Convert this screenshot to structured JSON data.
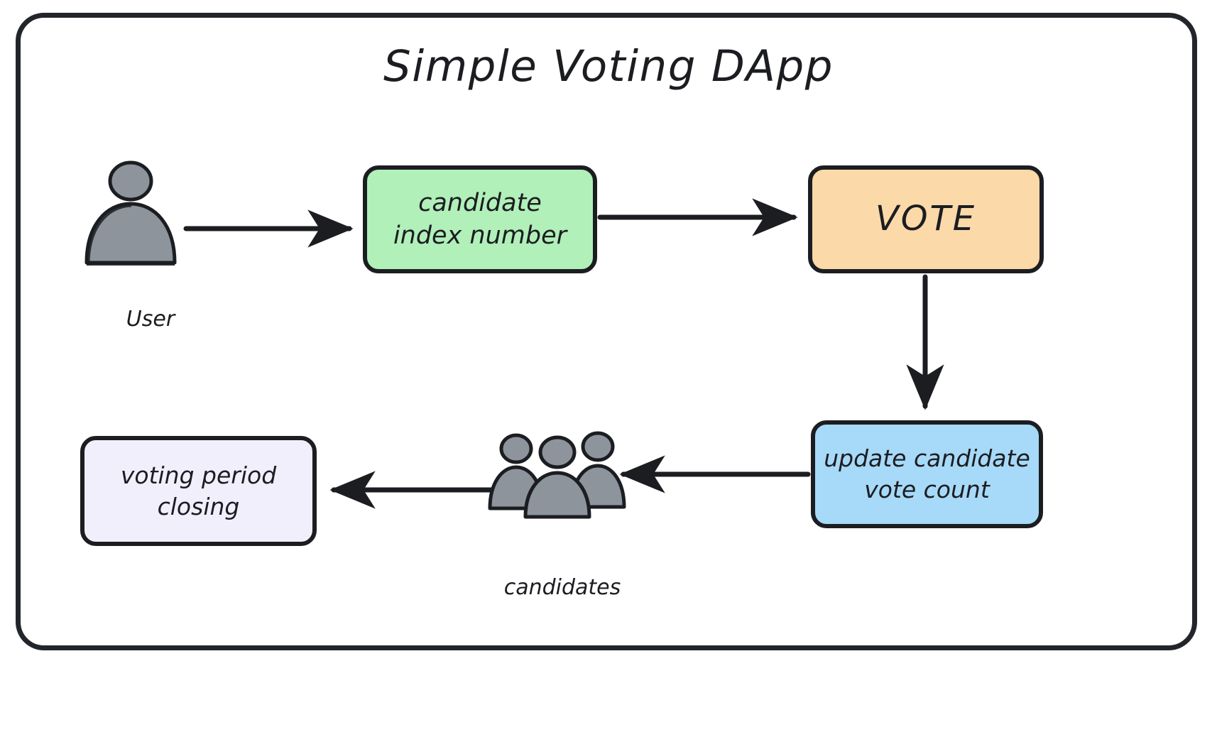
{
  "diagram": {
    "title": "Simple Voting DApp",
    "background_color": "#ffffff",
    "frame_color": "#22252a",
    "nodes": [
      {
        "id": "candidate-index",
        "label": "candidate\nindex number",
        "shape": "rounded-rect",
        "fill": "#b1f0b9",
        "stroke": "#1b1d21"
      },
      {
        "id": "vote",
        "label": "VOTE",
        "shape": "rounded-rect",
        "fill": "#fbd9a9",
        "stroke": "#1b1d21"
      },
      {
        "id": "update-count",
        "label": "update candidate\nvote count",
        "shape": "rounded-rect",
        "fill": "#a7d9f8",
        "stroke": "#1b1d21"
      },
      {
        "id": "voting-closing",
        "label": "voting period\nclosing",
        "shape": "rounded-rect",
        "fill": "#f1effc",
        "stroke": "#1b1d21"
      }
    ],
    "actors": [
      {
        "id": "user",
        "label": "User",
        "icon": "person-icon",
        "fill": "#8d949c",
        "stroke": "#1b1d21"
      },
      {
        "id": "candidates",
        "label": "candidates",
        "icon": "people-group-icon",
        "fill": "#8d949c",
        "stroke": "#1b1d21"
      }
    ],
    "arrows": [
      {
        "id": "user-to-candidate-index",
        "from": "user",
        "to": "candidate-index",
        "direction": "right",
        "label": ""
      },
      {
        "id": "candidate-index-to-vote",
        "from": "candidate-index",
        "to": "vote",
        "direction": "right",
        "label": ""
      },
      {
        "id": "vote-to-update-count",
        "from": "vote",
        "to": "update-count",
        "direction": "down",
        "label": ""
      },
      {
        "id": "update-count-to-candidates",
        "from": "update-count",
        "to": "candidates",
        "direction": "left",
        "label": ""
      },
      {
        "id": "candidates-to-voting-closing",
        "from": "candidates",
        "to": "voting-closing",
        "direction": "left",
        "label": ""
      }
    ]
  }
}
